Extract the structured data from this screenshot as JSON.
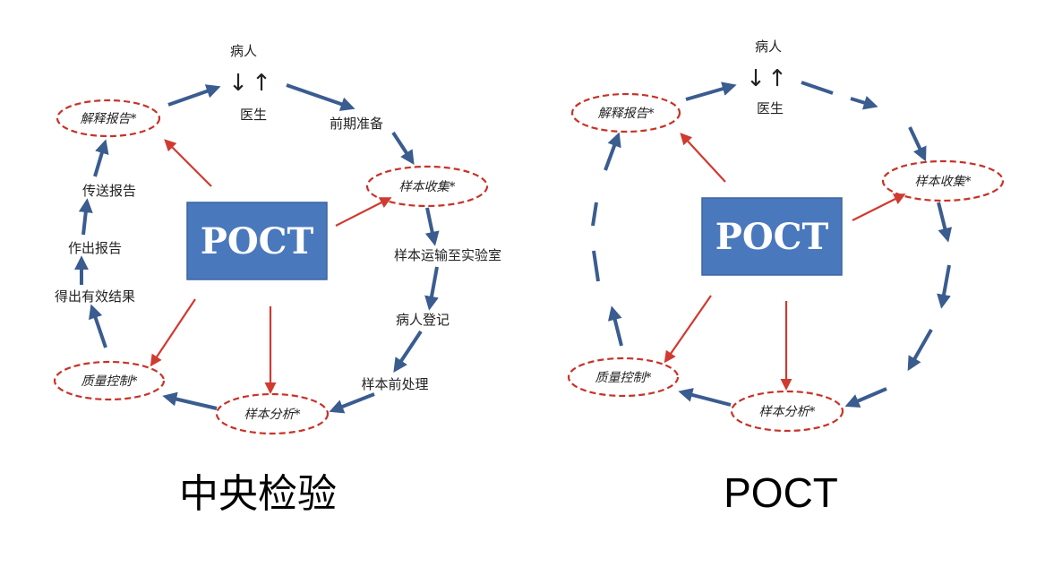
{
  "central": {
    "patient": "病人",
    "doctor": "医生",
    "down_arrow": "↓",
    "up_arrow": "↑",
    "preparation": "前期准备",
    "sample_collection": "样本收集*",
    "transport": "样本运输至实验室",
    "registration": "病人登记",
    "pretreatment": "样本前处理",
    "sample_analysis": "样本分析*",
    "quality_control": "质量控制*",
    "valid_result": "得出有效结果",
    "make_report": "作出报告",
    "send_report": "传送报告",
    "interpret_report": "解释报告*",
    "poct_box": "POCT",
    "caption": "中央检验"
  },
  "poct": {
    "patient": "病人",
    "doctor": "医生",
    "down_arrow": "↓",
    "up_arrow": "↑",
    "sample_collection": "样本收集*",
    "sample_analysis": "样本分析*",
    "quality_control": "质量控制*",
    "interpret_report": "解释报告*",
    "poct_box": "POCT",
    "caption": "POCT"
  },
  "colors": {
    "flow_arrow": "#3a5c8f",
    "red_arrow": "#d03a30",
    "ellipse_dash": "#c83228",
    "box_fill": "#4a78bd",
    "box_stroke": "#3c63a0"
  }
}
